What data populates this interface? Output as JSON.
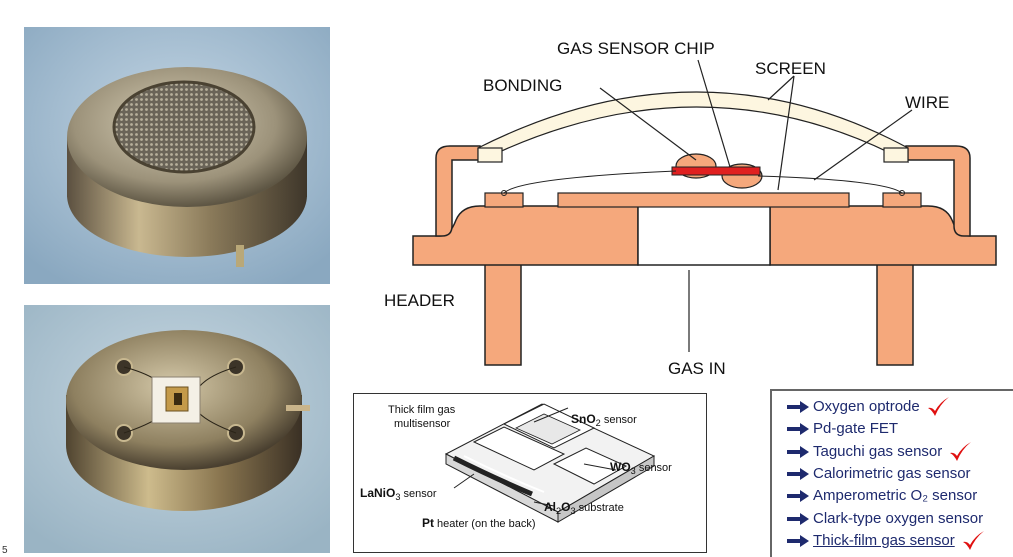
{
  "cross_section": {
    "labels": {
      "gas_sensor_chip": "GAS SENSOR CHIP",
      "bonding": "BONDING",
      "screen": "SCREEN",
      "wire": "WIRE",
      "header": "HEADER",
      "gas_in": "GAS IN"
    },
    "colors": {
      "body": "#f5a87c",
      "chip": "#e02020",
      "screen": "#fdf6e0",
      "outline": "#222222"
    }
  },
  "thick_film": {
    "title_line1": "Thick film gas",
    "title_line2": "multisensor",
    "sno2_main": "SnO",
    "sno2_sub": "2",
    "sno2_rest": " sensor",
    "wo3_main": "WO",
    "wo3_sub": "3",
    "wo3_rest": " sensor",
    "lanio3_main": "LaNiO",
    "lanio3_sub": "3",
    "lanio3_rest": " sensor",
    "al2o3_main": "Al",
    "al2o3_sub1": "2",
    "al2o3_o": "O",
    "al2o3_sub2": "3",
    "al2o3_rest": " substrate",
    "pt_main": "Pt",
    "pt_rest": " heater (on the back)"
  },
  "sensor_list": {
    "items": [
      {
        "label": "Oxygen optrode",
        "checked": true,
        "underlined": false
      },
      {
        "label": "Pd-gate FET",
        "checked": false,
        "underlined": false
      },
      {
        "label": "Taguchi gas sensor",
        "checked": true,
        "underlined": false
      },
      {
        "label": "Calorimetric gas sensor",
        "checked": false,
        "underlined": false
      },
      {
        "label": "Amperometric O₂ sensor",
        "checked": false,
        "underlined": false
      },
      {
        "label": "Clark-type oxygen sensor",
        "checked": false,
        "underlined": false
      },
      {
        "label": "Thick-film gas sensor",
        "checked": true,
        "underlined": true
      }
    ],
    "colors": {
      "text": "#1e2a6e",
      "arrow": "#1e2a6e",
      "check": "#e01010"
    }
  },
  "corner_mark": "5"
}
